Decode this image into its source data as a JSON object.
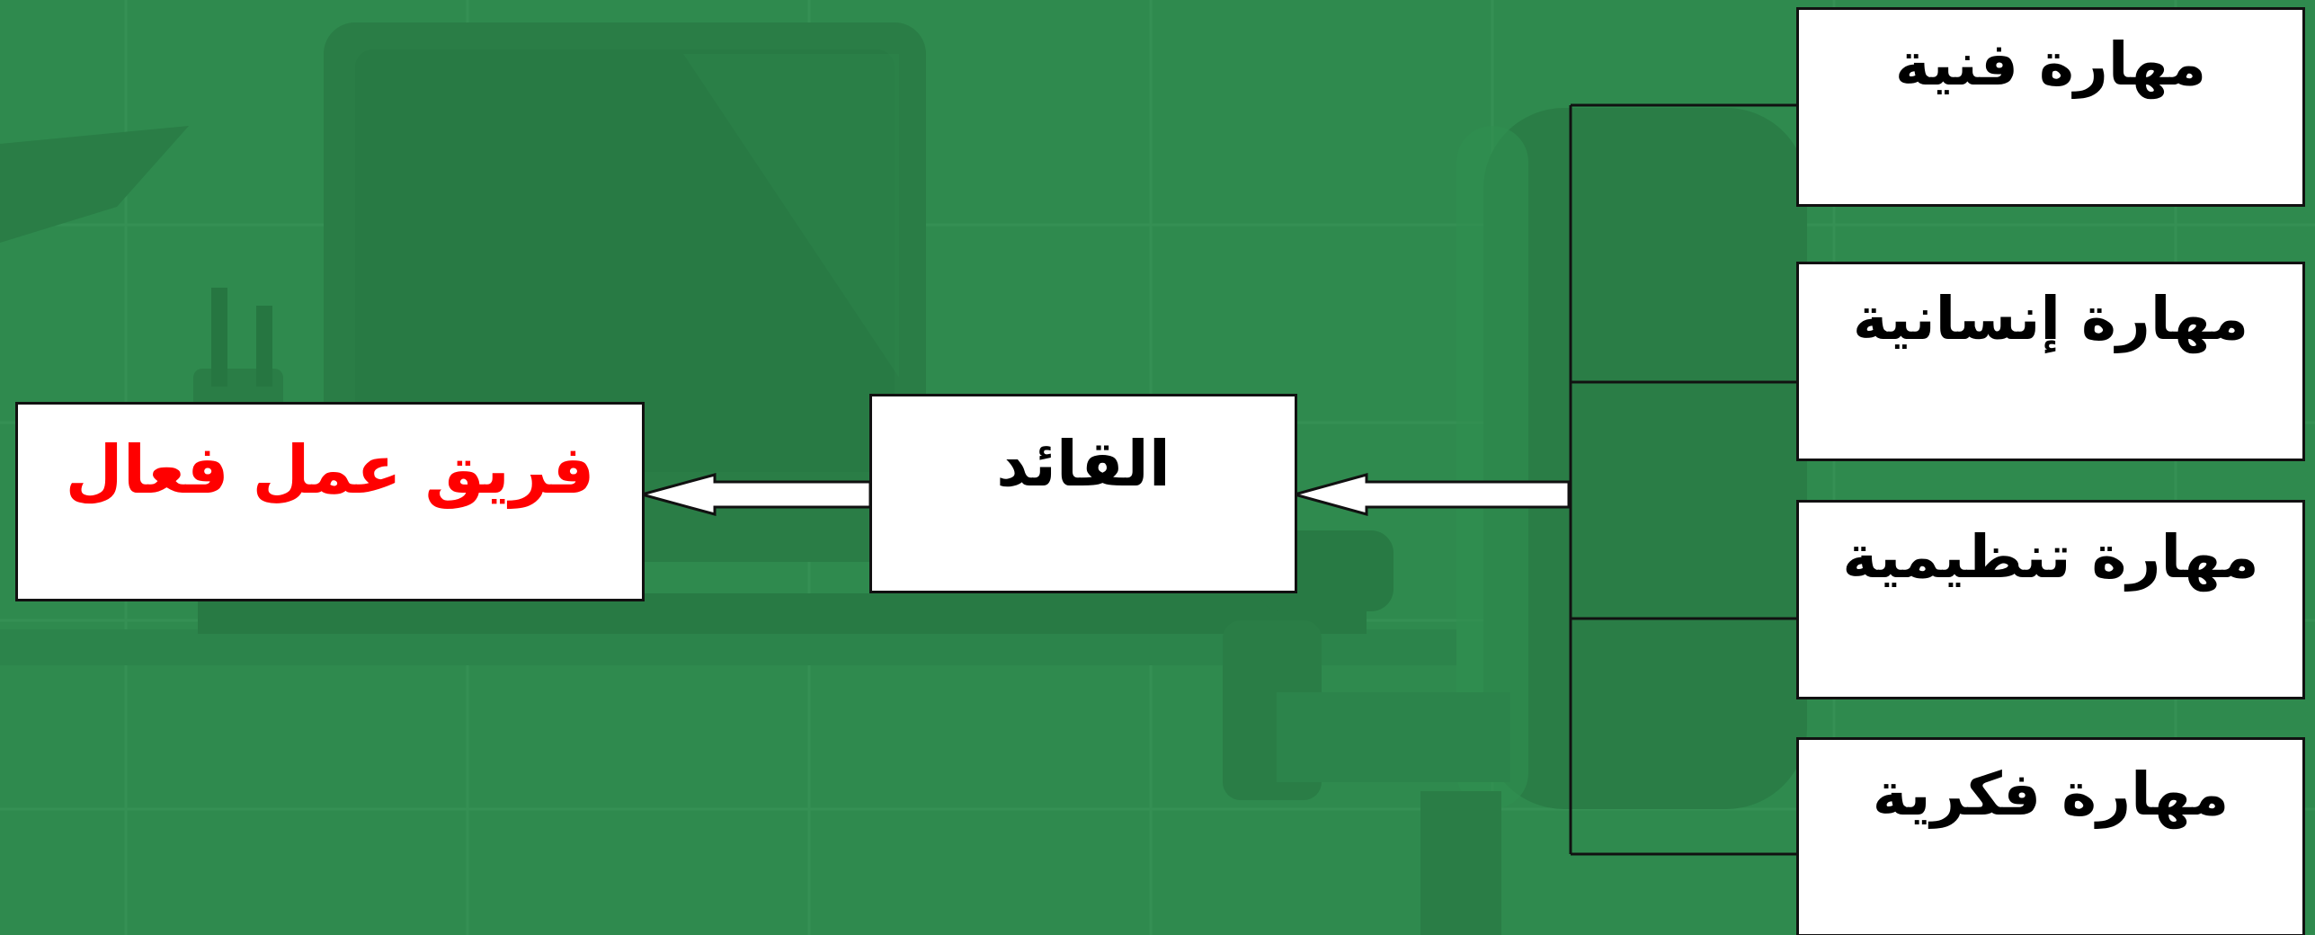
{
  "diagram": {
    "skills": [
      {
        "label": "مهارة فنية"
      },
      {
        "label": "مهارة إنسانية"
      },
      {
        "label": "مهارة تنظيمية"
      },
      {
        "label": "مهارة فكرية"
      }
    ],
    "leader": {
      "label": "القائد"
    },
    "team": {
      "label": "فريق عمل فعال"
    }
  },
  "colors": {
    "background": "#2f8a4e",
    "box_fill": "#ffffff",
    "box_border": "#111111",
    "team_text": "#ff0000",
    "label_text": "#000000"
  }
}
